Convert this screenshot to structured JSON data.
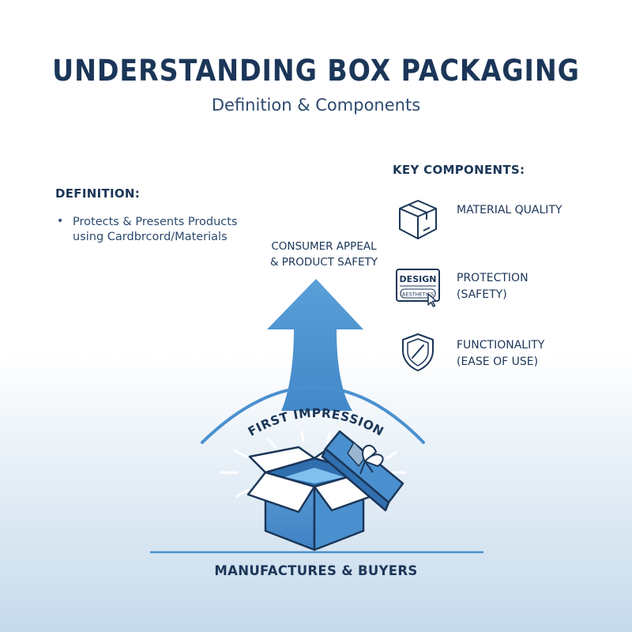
{
  "header": {
    "title": "UNDERSTANDING BOX PACKAGING",
    "subtitle": "Definition & Components"
  },
  "definition": {
    "heading": "DEFINITION:",
    "bullet": "•",
    "lines": [
      "Protects & Presents Products",
      "using Cardbrcord/Materials"
    ]
  },
  "key_components": {
    "heading": "KEY COMPONENTS:",
    "items": [
      {
        "icon": "box-icon",
        "lines": [
          "MATERIAL QUALITY"
        ]
      },
      {
        "icon": "design-badge-icon",
        "badge_top": "DESIGN",
        "badge_bottom": "(AESTHETICS)",
        "lines": [
          "PROTECTION",
          "(SAFETY)"
        ]
      },
      {
        "icon": "shield-icon",
        "lines": [
          "FUNCTIONALITY",
          "(EASE OF USE)"
        ]
      }
    ]
  },
  "center": {
    "appeal_lines": [
      "CONSUMER APPEAL",
      "& PRODUCT SAFETY"
    ],
    "arc_text": "FIRST IMPRESSION",
    "bottom_label": "MANUFACTURES & BUYERS"
  },
  "colors": {
    "navy": "#1b3658",
    "blue": "#4a90cf",
    "light_blue": "#7fb4e3"
  }
}
